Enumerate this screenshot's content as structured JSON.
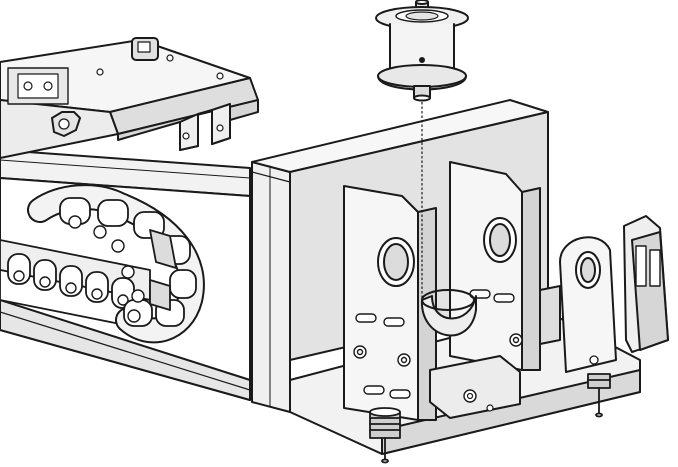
{
  "diagram": {
    "kind": "exploded-assembly-line-art",
    "background": "#ffffff",
    "line_color": "#1a1a1a",
    "fill_light": "#f4f4f4",
    "fill_mid": "#e2e2e2",
    "fill_dark": "#c8c8c8",
    "parts": [
      "idler-pulley",
      "pulley-alignment-line",
      "carriage-plate",
      "cable-drag-chain",
      "rail-extrusion",
      "end-bracket-frame",
      "motor-mount-plates",
      "rod-clamp",
      "limit-switch-bracket",
      "leveling-feet"
    ]
  }
}
